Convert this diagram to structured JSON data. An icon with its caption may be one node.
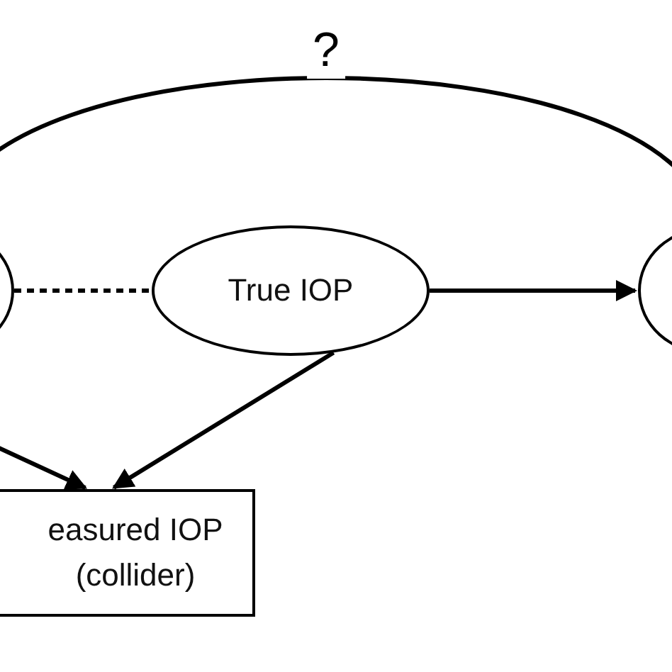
{
  "diagram": {
    "nodes": [
      {
        "text": [],
        "shape": "ellipse"
      },
      {
        "text": [
          "True IOP"
        ]
      },
      {
        "text": [],
        "shape": "ellipse"
      },
      {
        "text": [
          "easured IOP (collider)"
        ]
      }
    ],
    "edges": [
      {
        "from": 0,
        "to": 2,
        "arrow": "none",
        "label": "?"
      },
      {
        "from": 0,
        "to": 1,
        "arrow": "none",
        "style": "dashed"
      },
      {
        "from": 1,
        "to": 2,
        "arrow": "to"
      },
      {
        "from": 1,
        "to": 3,
        "arrow": "to"
      },
      {
        "from": 0,
        "to": 3,
        "arrow": "to"
      }
    ]
  }
}
